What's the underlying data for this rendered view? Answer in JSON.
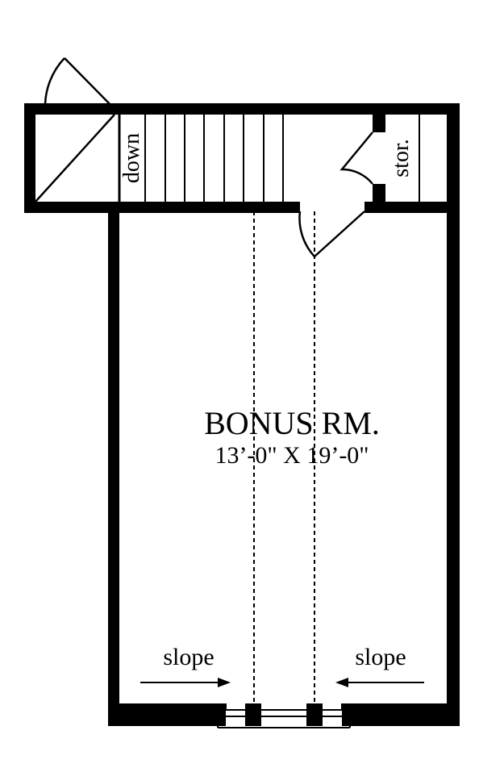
{
  "room": {
    "name": "BONUS RM.",
    "dimensions": "13’-0\" X 19’-0\""
  },
  "labels": {
    "stairs": "down",
    "storage": "stor.",
    "slope_left": "slope",
    "slope_right": "slope"
  },
  "colors": {
    "wall": "#000000",
    "background": "#ffffff"
  }
}
